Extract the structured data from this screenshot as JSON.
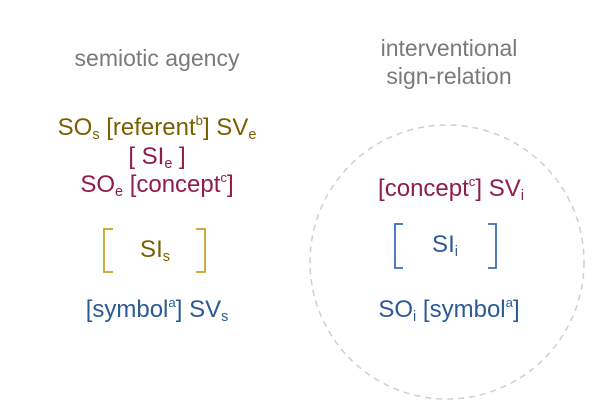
{
  "left_panel": {
    "title": "semiotic agency",
    "referent_line": {
      "object_sign": "SO",
      "object_sub": "s",
      "open": "[referent",
      "sup": "b",
      "close": "]",
      "vehicle": "SV",
      "vehicle_sub": "e"
    },
    "interpretant_e": {
      "open": "[ SI",
      "sub": "e",
      "close": " ]"
    },
    "concept_line": {
      "object_sign": "SO",
      "object_sub": "e",
      "open": "[concept",
      "sup": "c",
      "close": "]"
    },
    "interpretant_s": {
      "label": "SI",
      "sub": "s"
    },
    "symbol_line": {
      "open": "[symbol",
      "sup": "a",
      "close": "]",
      "vehicle": "SV",
      "vehicle_sub": "s"
    }
  },
  "right_panel": {
    "title_line1": "interventional",
    "title_line2": "sign-relation",
    "concept_line": {
      "open": "[concept",
      "sup": "c",
      "close": "]",
      "vehicle": "SV",
      "vehicle_sub": "i"
    },
    "interpretant_i": {
      "label": "SI",
      "sub": "i"
    },
    "symbol_line": {
      "object_sign": "SO",
      "object_sub": "i",
      "open": "[symbol",
      "sup": "a",
      "close": "]"
    }
  },
  "colors": {
    "title": "#7a7a7a",
    "referent": "#7a5e00",
    "concept": "#8f1d4c",
    "symbol": "#2c5a97",
    "bracket_olive": "#c8a02a",
    "bracket_blue": "#3e6fb4",
    "circle": "#cfcfcf"
  }
}
